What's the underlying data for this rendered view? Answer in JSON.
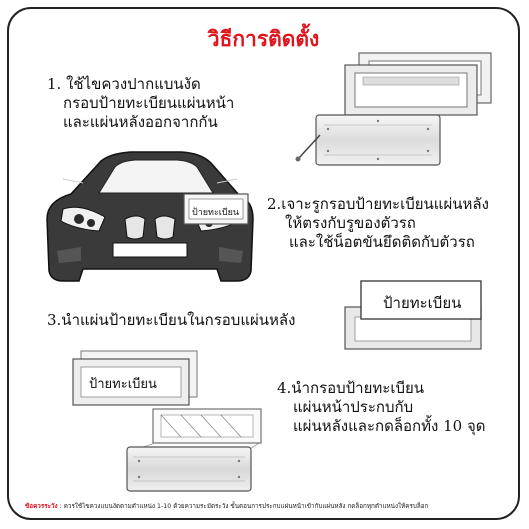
{
  "title": "วิธีการติดตั้ง",
  "steps": [
    {
      "line1": "1. ใช้ไขควงปากแบนงัด",
      "line2": "กรอบป้ายทะเบียนแผ่นหน้า",
      "line3": "และแผ่นหลังออกจากกัน"
    },
    {
      "line1": "2.เจาะรูกรอบป้ายทะเบียนแผ่นหลัง",
      "line2": "ให้ตรงกับรูของตัวรถ",
      "line3": "และใช้น็อตขันยึดติดกับตัวรถ"
    },
    {
      "line1": "3.นำแผ่นป้ายทะเบียนในกรอบแผ่นหลัง"
    },
    {
      "line1": "4.นำกรอบป้ายทะเบียน",
      "line2": "แผ่นหน้าประกบกับ",
      "line3": "แผ่นหลังและกดล็อกทั้ง 10 จุด"
    }
  ],
  "plate_label": "ป้ายทะเบียน",
  "note": {
    "label": "ข้อควรระวัง",
    "text": " : ควรใช้ไขควงแบนงัดตามตำแหน่ง 1-10 ด้วยความระมัดระวัง ขั้นตอนการประกบแผ่นหน้าเข้ากับแผ่นหลัง กดล็อกทุกตำแหน่งให้ครบล็อก"
  },
  "colors": {
    "title": "#e0141d",
    "note_label": "#e0141d",
    "car": "#3a3a3a",
    "frame": "#888888"
  }
}
